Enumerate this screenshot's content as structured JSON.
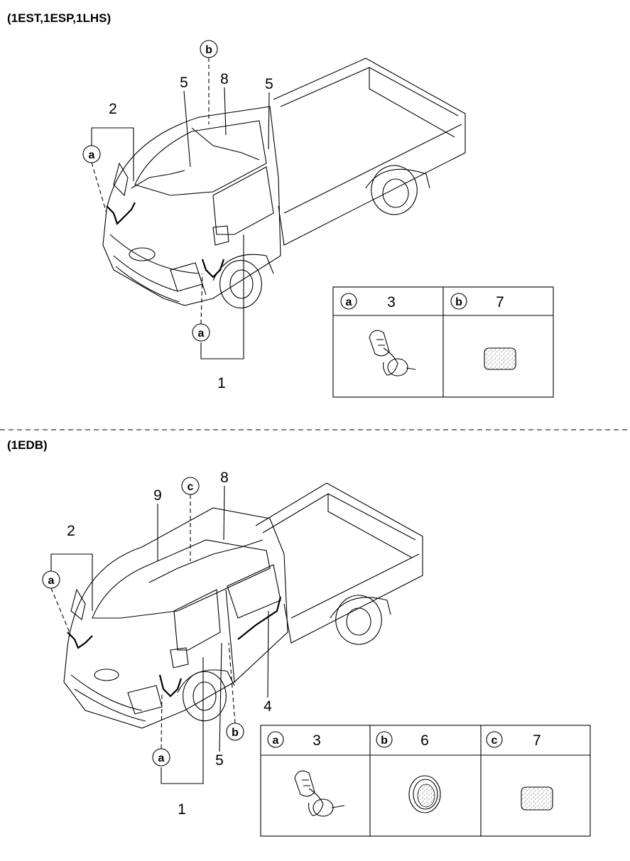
{
  "section1": {
    "header": "(1EST,1ESP,1LHS)",
    "callouts": {
      "a_top": "a",
      "b_top": "b",
      "a_bottom": "a"
    },
    "numbers": {
      "n2": "2",
      "n5_left": "5",
      "n8": "8",
      "n5_right": "5",
      "n1": "1"
    },
    "legend": [
      {
        "letter": "a",
        "part": "3",
        "icon": "grommet-connector-icon"
      },
      {
        "letter": "b",
        "part": "7",
        "icon": "pad-icon"
      }
    ]
  },
  "section2": {
    "header": "(1EDB)",
    "callouts": {
      "c_top": "c",
      "a_left": "a",
      "b_right": "b",
      "a_bottom": "a"
    },
    "numbers": {
      "n9": "9",
      "n8": "8",
      "n2": "2",
      "n4": "4",
      "n5": "5",
      "n1": "1"
    },
    "legend": [
      {
        "letter": "a",
        "part": "3",
        "icon": "grommet-connector-icon"
      },
      {
        "letter": "b",
        "part": "6",
        "icon": "round-grommet-icon"
      },
      {
        "letter": "c",
        "part": "7",
        "icon": "pad-icon"
      }
    ]
  }
}
